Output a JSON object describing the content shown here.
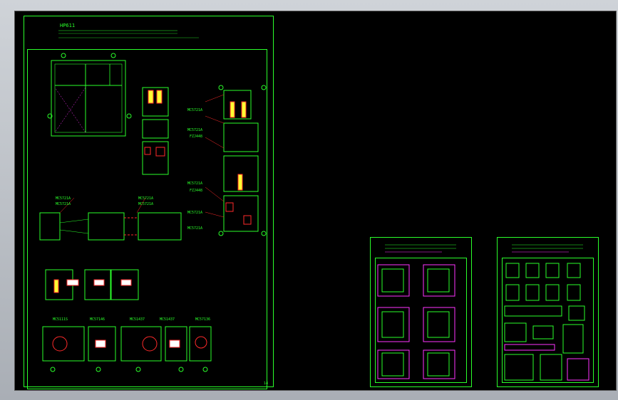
{
  "sheet_a": {
    "title": "HP611",
    "page_number": "14",
    "callouts": [
      "MC5721A",
      "MC5721A",
      "FZJ448",
      "FZJ448",
      "MC5721A",
      "MC5721A",
      "MC5721A",
      "MC5721A",
      "MC5721A",
      "MC5721A",
      "MC5721A"
    ],
    "bottom_labels": [
      "MC5111S",
      "MC57146",
      "MC51437",
      "MC51437",
      "MC57136"
    ]
  },
  "colors": {
    "background": "#000000",
    "line": "#2aff2a",
    "accent_red": "#ff2a2a",
    "accent_yellow": "#ffff33",
    "accent_magenta": "#ff33ff"
  }
}
